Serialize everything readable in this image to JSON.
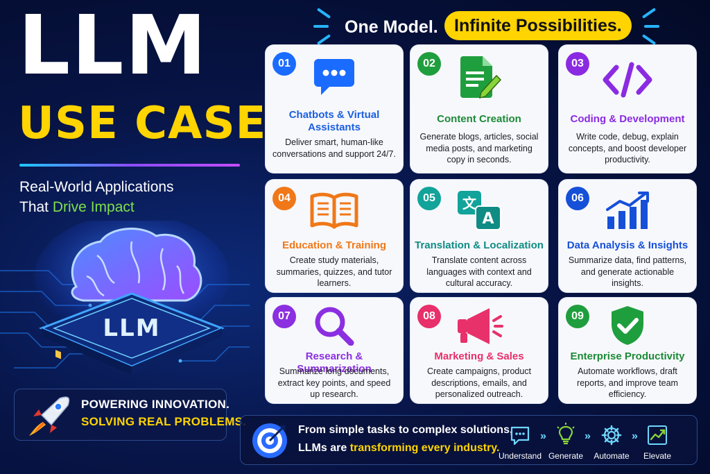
{
  "title": {
    "line1": "LLM",
    "line2": "USE CASES",
    "subtitle_line1": "Real-World Applications",
    "subtitle_line2_prefix": "That ",
    "subtitle_line2_accent": "Drive Impact"
  },
  "chip_label": "LLM",
  "headline": {
    "lead": "One Model.",
    "highlight": "Infinite Possibilities."
  },
  "cards": [
    {
      "num": "01",
      "title": "Chatbots & Virtual Assistants",
      "desc": "Deliver smart, human-like conversations and support 24/7.",
      "color": "#1a6bff",
      "icon": "chat-bubble-icon"
    },
    {
      "num": "02",
      "title": "Content Creation",
      "desc": "Generate blogs, articles, social media posts, and marketing copy in seconds.",
      "color": "#1f9e3d",
      "icon": "document-pencil-icon"
    },
    {
      "num": "03",
      "title": "Coding & Development",
      "desc": "Write code, debug, explain concepts, and boost developer productivity.",
      "color": "#8a2be2",
      "icon": "code-brackets-icon"
    },
    {
      "num": "04",
      "title": "Education & Training",
      "desc": "Create study materials, summaries, quizzes, and tutor learners.",
      "color": "#f07818",
      "icon": "open-book-icon"
    },
    {
      "num": "05",
      "title": "Translation & Localization",
      "desc": "Translate content across languages with context and cultural accuracy.",
      "color": "#12a39a",
      "icon": "translate-icon"
    },
    {
      "num": "06",
      "title": "Data Analysis & Insights",
      "desc": "Summarize data, find patterns, and generate actionable insights.",
      "color": "#1650d8",
      "icon": "bar-chart-trend-icon"
    },
    {
      "num": "07",
      "title": "Research & Summarization",
      "desc": "Summarize long documents, extract key points, and speed up research.",
      "color": "#8b2fe0",
      "icon": "magnifier-icon"
    },
    {
      "num": "08",
      "title": "Marketing & Sales",
      "desc": "Create campaigns, product descriptions, emails, and personalized outreach.",
      "color": "#e8306a",
      "icon": "megaphone-icon"
    },
    {
      "num": "09",
      "title": "Enterprise Productivity",
      "desc": "Automate workflows, draft reports, and improve team efficiency.",
      "color": "#1f9e3d",
      "icon": "shield-check-icon"
    }
  ],
  "power": {
    "line1": "POWERING INNOVATION.",
    "line2": "SOLVING REAL PROBLEMS."
  },
  "banner": {
    "line1": "From simple tasks to complex solutions,",
    "line2_prefix": "LLMs are ",
    "line2_accent": "transforming every industry.",
    "steps": [
      "Understand",
      "Generate",
      "Automate",
      "Elevate"
    ]
  },
  "colors": {
    "accent_yellow": "#ffd400",
    "accent_green": "#7fe04c",
    "background": "#071446"
  }
}
